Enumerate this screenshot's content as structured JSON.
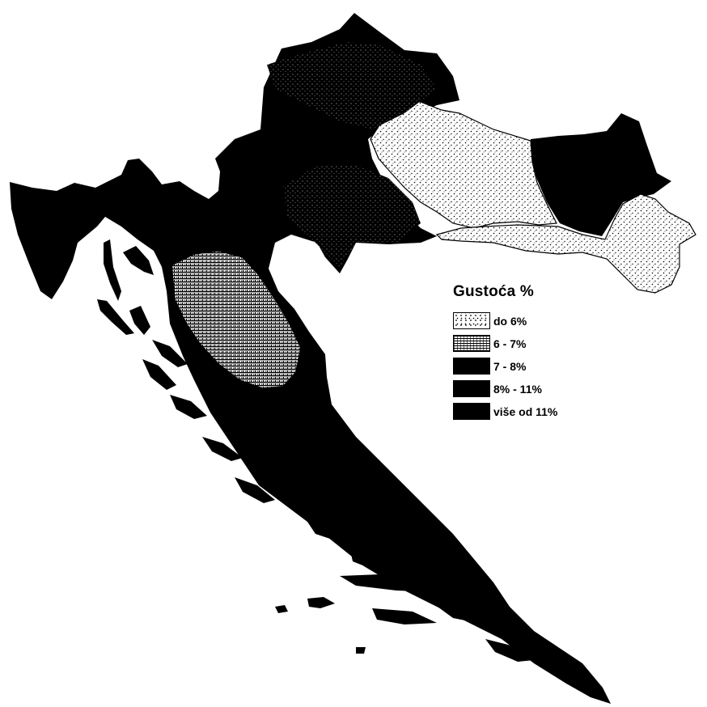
{
  "legend": {
    "title": "Gustoća %",
    "items": [
      {
        "label": "do 6%",
        "pattern": "sparse-dots"
      },
      {
        "label": "6 - 7%",
        "pattern": "dense-hatch"
      },
      {
        "label": "7 - 8%",
        "pattern": "solid"
      },
      {
        "label": "8% - 11%",
        "pattern": "solid"
      },
      {
        "label": "više od 11%",
        "pattern": "solid"
      }
    ]
  },
  "colors": {
    "ink": "#000000",
    "paper": "#ffffff"
  }
}
